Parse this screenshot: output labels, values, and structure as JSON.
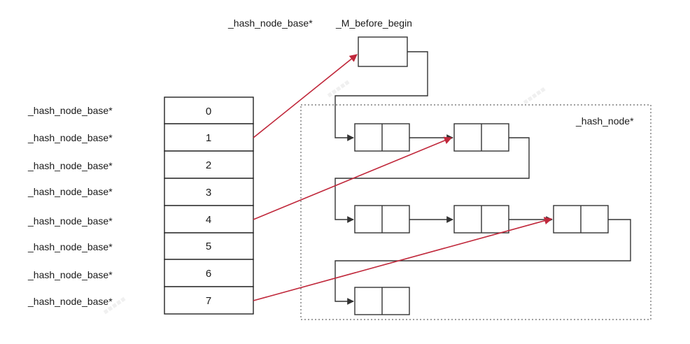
{
  "header": {
    "ptr_type_label": "_hash_node_base*",
    "before_begin_label": "_M_before_begin"
  },
  "buckets": {
    "row_type_label": "_hash_node_base*",
    "indices": [
      "0",
      "1",
      "2",
      "3",
      "4",
      "5",
      "6",
      "7"
    ],
    "bucket_targets": [
      {
        "bucket": "1",
        "target": "before-begin-node"
      },
      {
        "bucket": "4",
        "target": "list-node-2"
      },
      {
        "bucket": "7",
        "target": "list-node-5"
      }
    ]
  },
  "nodes_region": {
    "label": "_hash_node*",
    "node_count": 6
  },
  "colors": {
    "bucket_pointer": "#c0283b",
    "next_link": "#333333",
    "region_border": "#666666"
  }
}
